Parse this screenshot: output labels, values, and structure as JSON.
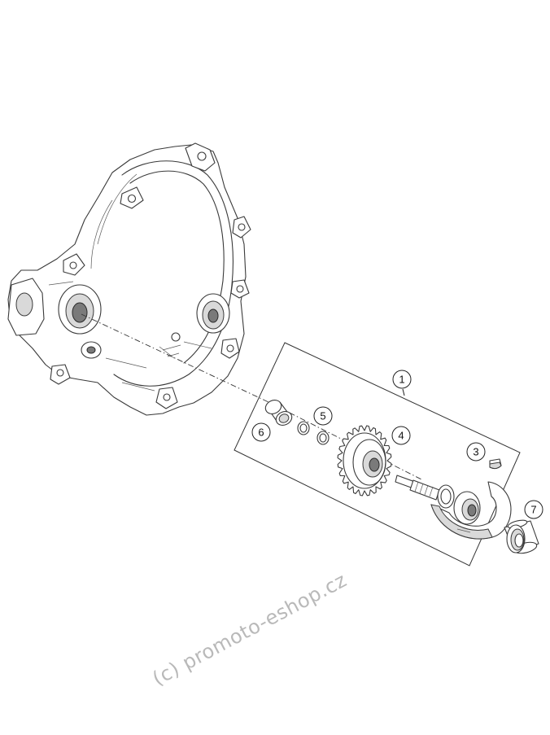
{
  "watermark": "(c) promoto-eshop.cz",
  "callouts": [
    {
      "id": "1",
      "label": "1"
    },
    {
      "id": "3",
      "label": "3"
    },
    {
      "id": "4",
      "label": "4"
    },
    {
      "id": "5",
      "label": "5"
    },
    {
      "id": "6",
      "label": "6"
    },
    {
      "id": "7",
      "label": "7"
    }
  ],
  "parts": [
    {
      "id": "clutch-cover",
      "icon": "clutch-cover-icon"
    },
    {
      "id": "needle-bearing",
      "callout": "6"
    },
    {
      "id": "washers",
      "callout": "5"
    },
    {
      "id": "kickstarter-gear",
      "callout": "4"
    },
    {
      "id": "kickstarter-shaft",
      "callout": "1"
    },
    {
      "id": "woodruff-key",
      "callout": "3"
    },
    {
      "id": "bushing",
      "callout": "7"
    }
  ]
}
